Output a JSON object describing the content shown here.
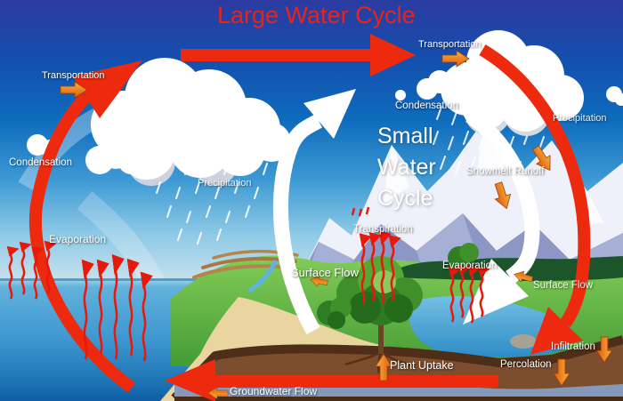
{
  "diagram": {
    "title": "Large Water Cycle",
    "small_cycle": {
      "line1": "Small",
      "line2": "Water",
      "line3": "Cycle"
    },
    "labels": {
      "transportation_left": "Transportation",
      "condensation_left": "Condensation",
      "precipitation_left": "Precipitation",
      "evaporation_left": "Evaporation",
      "transportation_right": "Transportation",
      "condensation_middle": "Condensation",
      "precipitation_right": "Precipitation",
      "snowmelt_runoff": "Snowmelt Runoff",
      "transpiration": "Transpiration",
      "surface_flow_left": "Surface Flow",
      "evaporation_right": "Evaporation",
      "surface_flow_right": "Surface Flow",
      "infiltration": "Infiltration",
      "percolation": "Percolation",
      "plant_uptake": "Plant Uptake",
      "groundwater_flow": "Groundwater Flow"
    },
    "colors": {
      "cycle_red": "#ee2a0e",
      "small_cycle_white": "#ffffff",
      "small_arrow_orange": "#e8761a",
      "title_red": "#e8241a"
    }
  }
}
